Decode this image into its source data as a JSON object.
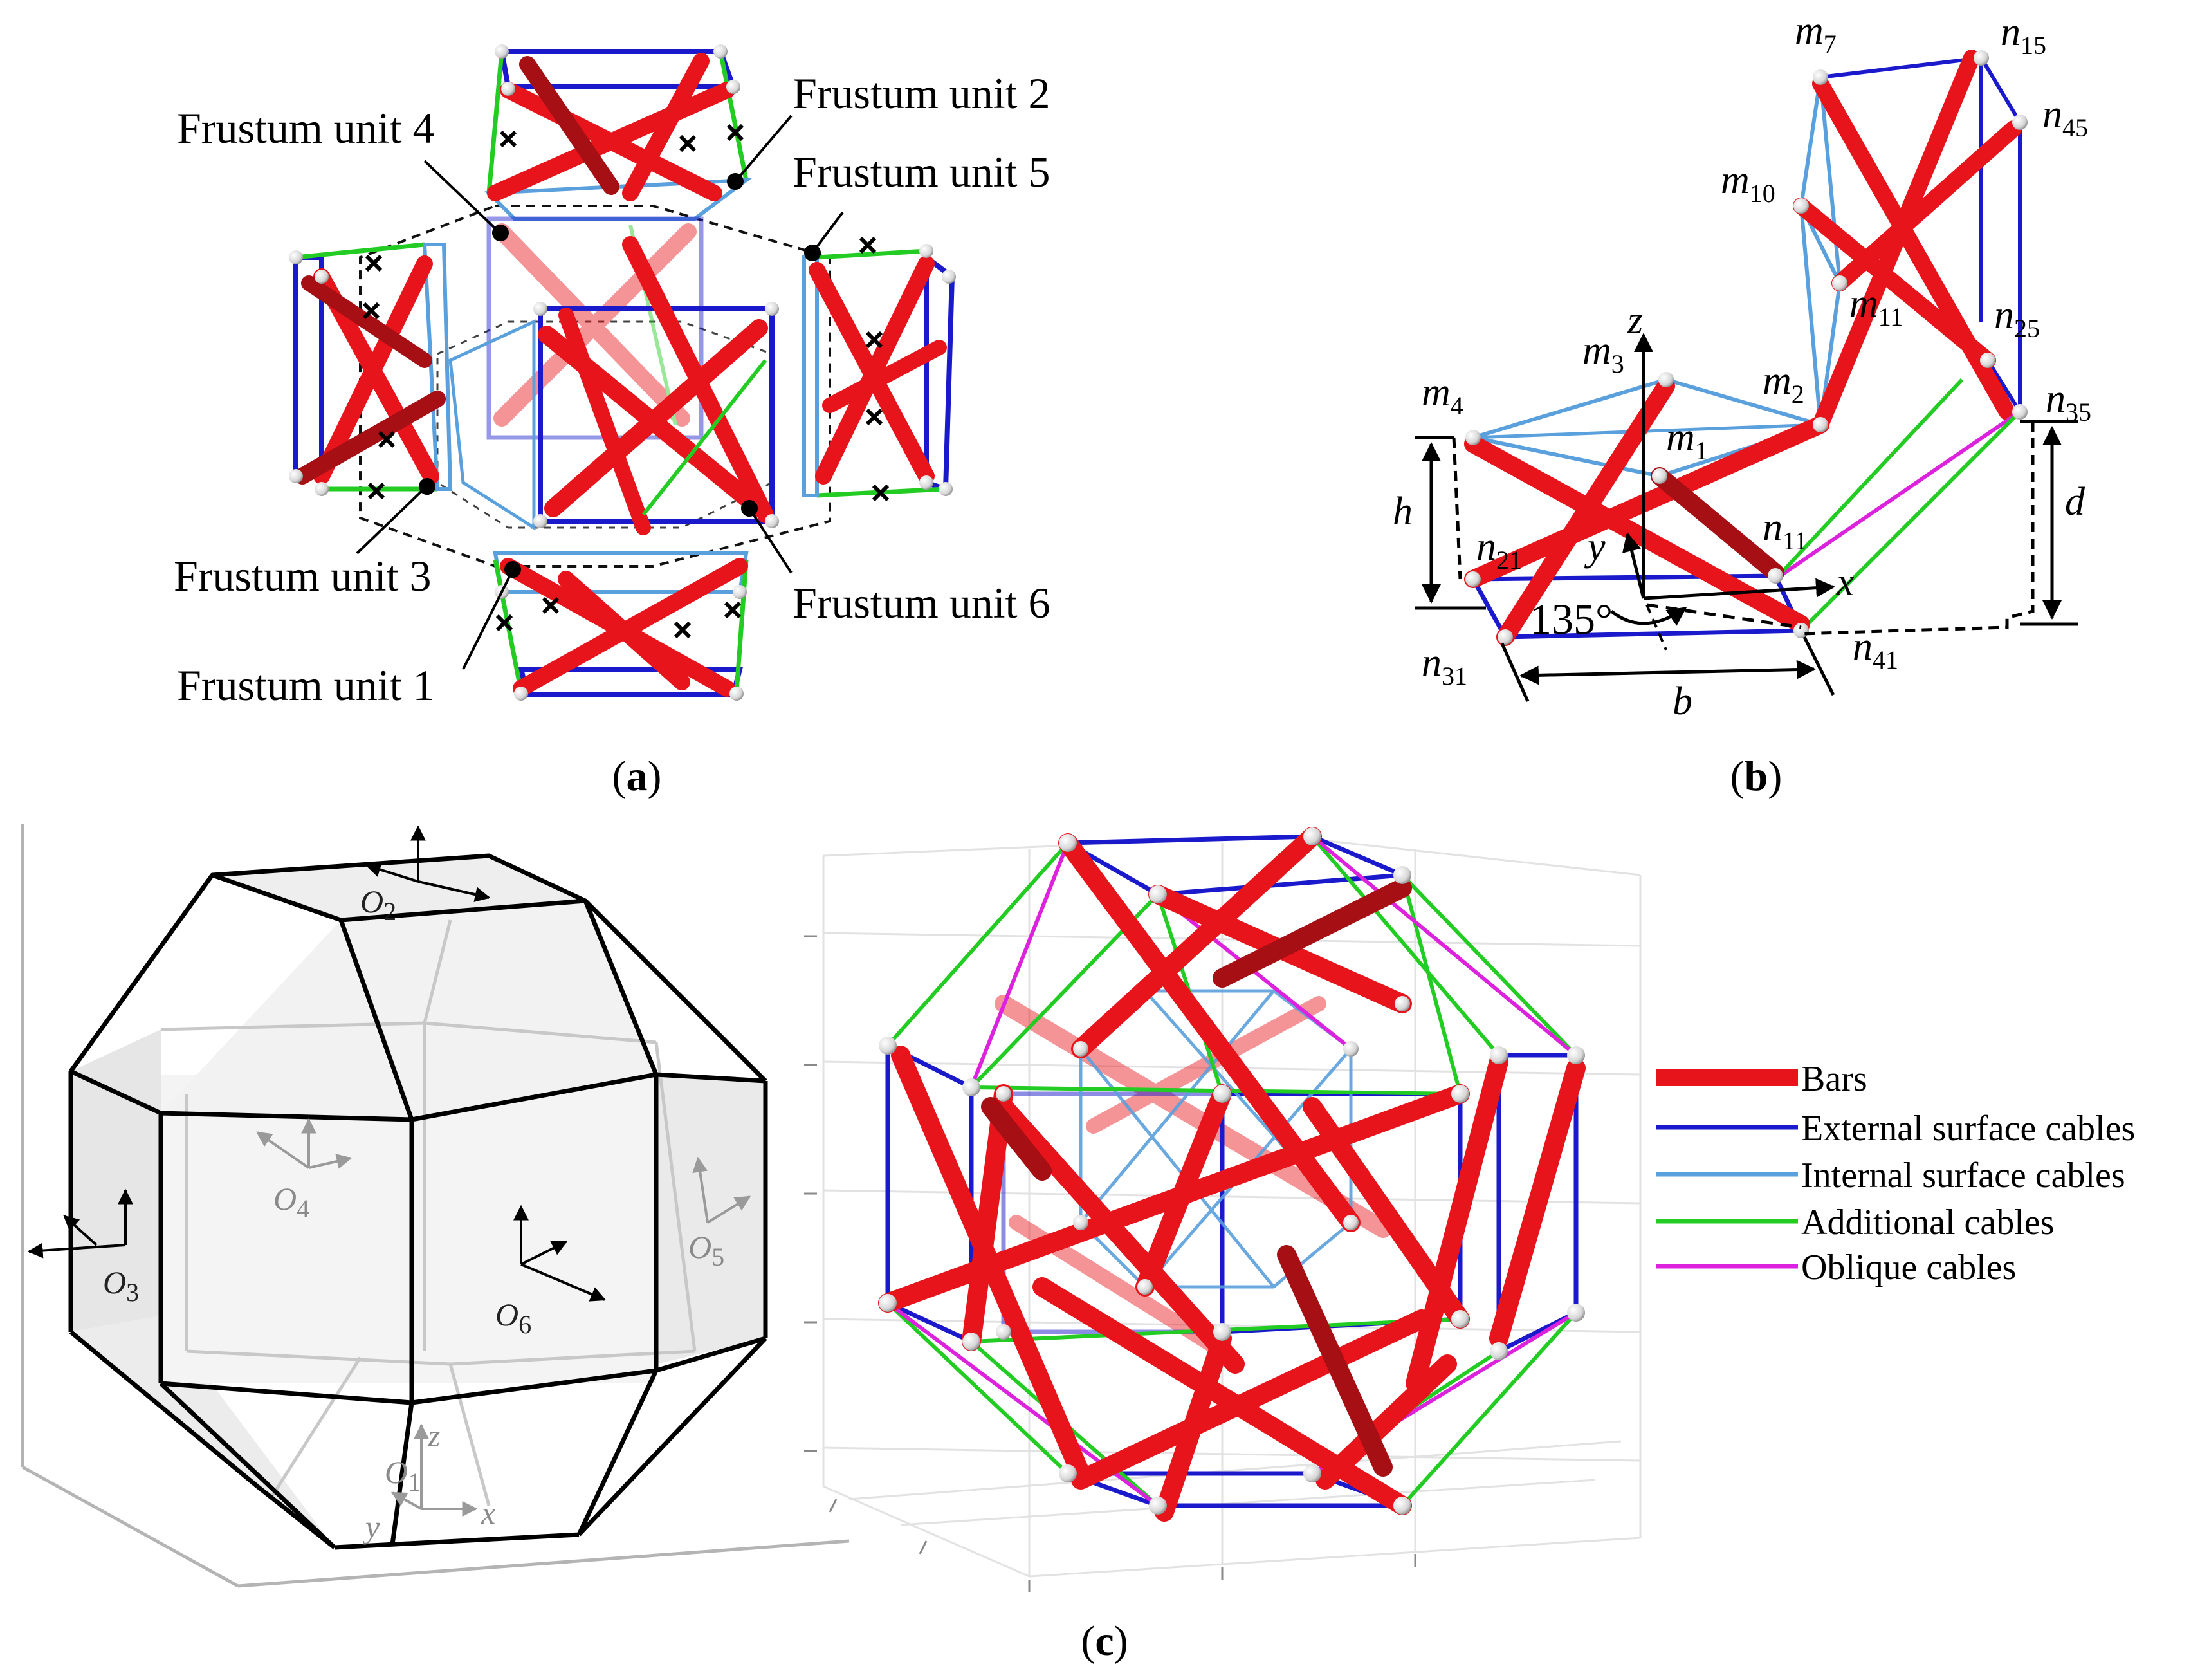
{
  "panel_a": {
    "caption_open": "(",
    "caption_letter": "a",
    "caption_close": ")",
    "labels": [
      "Frustum unit 4",
      "Frustum unit 2",
      "Frustum unit 5",
      "Frustum unit 3",
      "Frustum unit 6",
      "Frustum unit 1"
    ]
  },
  "panel_b": {
    "caption_open": "(",
    "caption_letter": "b",
    "caption_close": ")",
    "nodes": [
      {
        "base": "m",
        "sub": "7"
      },
      {
        "base": "n",
        "sub": "15"
      },
      {
        "base": "n",
        "sub": "45"
      },
      {
        "base": "m",
        "sub": "10"
      },
      {
        "base": "m",
        "sub": "11"
      },
      {
        "base": "n",
        "sub": "25"
      },
      {
        "base": "m",
        "sub": "3"
      },
      {
        "base": "m",
        "sub": "2"
      },
      {
        "base": "n",
        "sub": "35"
      },
      {
        "base": "m",
        "sub": "4"
      },
      {
        "base": "m",
        "sub": "1"
      },
      {
        "base": "n",
        "sub": "21"
      },
      {
        "base": "n",
        "sub": "11"
      },
      {
        "base": "n",
        "sub": "31"
      },
      {
        "base": "n",
        "sub": "41"
      }
    ],
    "dims": {
      "h": "h",
      "d": "d",
      "b": "b",
      "angle": "135°"
    },
    "axes": {
      "z": "z",
      "y": "y",
      "x": "x"
    }
  },
  "panel_c": {
    "caption_open": "(",
    "caption_letter": "c",
    "caption_close": ")",
    "origins": [
      {
        "base": "O",
        "sub": "2"
      },
      {
        "base": "O",
        "sub": "4"
      },
      {
        "base": "O",
        "sub": "5"
      },
      {
        "base": "O",
        "sub": "3"
      },
      {
        "base": "O",
        "sub": "6"
      },
      {
        "base": "O",
        "sub": "1"
      }
    ],
    "axes": {
      "z": "z",
      "y": "y",
      "x": "x"
    },
    "legend": [
      {
        "label": "Bars",
        "color": "#e8141b"
      },
      {
        "label": "External surface cables",
        "color": "#1a1acc"
      },
      {
        "label": "Internal surface cables",
        "color": "#5aa0dc"
      },
      {
        "label": "Additional cables",
        "color": "#22cc22"
      },
      {
        "label": "Oblique cables",
        "color": "#dd22dd"
      }
    ]
  },
  "colors": {
    "bar": "#e8141b",
    "bar_dark": "#a60f14",
    "external": "#1a1acc",
    "internal": "#5aa0dc",
    "additional": "#22cc22",
    "oblique": "#dd22dd"
  }
}
